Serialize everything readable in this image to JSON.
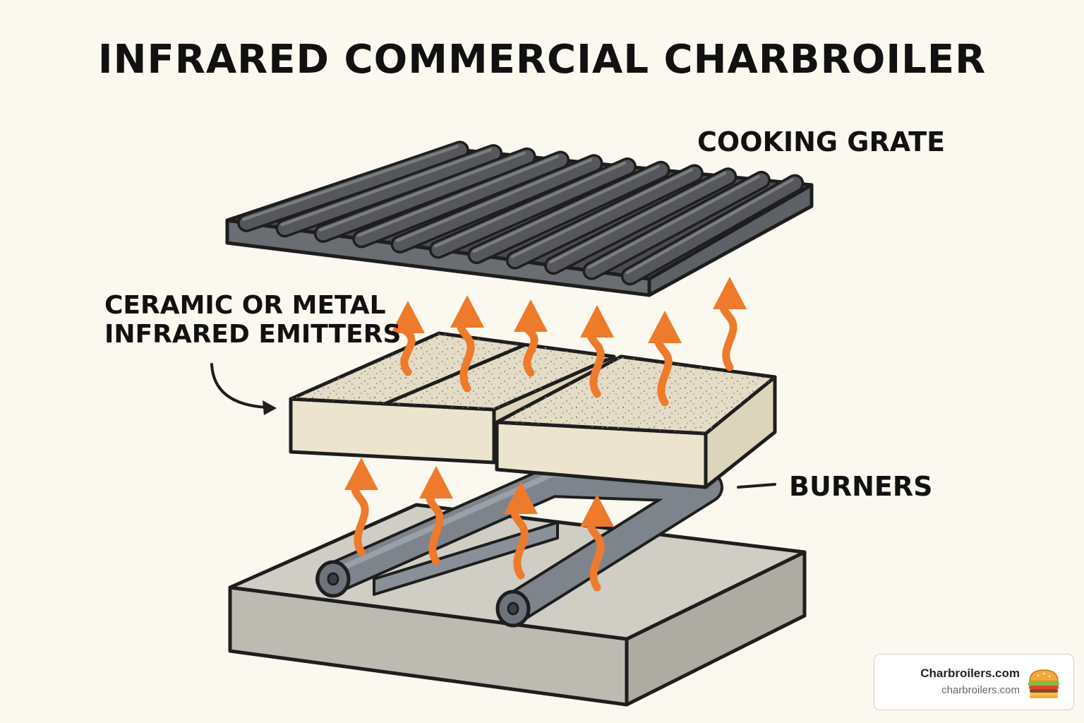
{
  "title": "INFRARED COMMERCIAL CHARBROILER",
  "labels": {
    "cooking_grate": "COOKING GRATE",
    "emitters_line1": "CERAMIC OR METAL",
    "emitters_line2": "INFRARED EMITTERS",
    "burners": "BURNERS"
  },
  "badge": {
    "name": "Charbroilers.com",
    "url": "charbroilers.com",
    "logo_icon": "burger-icon"
  },
  "colors": {
    "background": "#fbf8ef",
    "grate": "#4a4c50",
    "grate_top": "#55575b",
    "emitter_top": "#e4dcc6",
    "emitter_side": "#ede5cf",
    "burner_tube": "#7e848c",
    "base_top": "#cfccc4",
    "base_side": "#b9b6ae",
    "heat_arrow": "#ee7a2c",
    "outline": "#1e1e1e"
  }
}
